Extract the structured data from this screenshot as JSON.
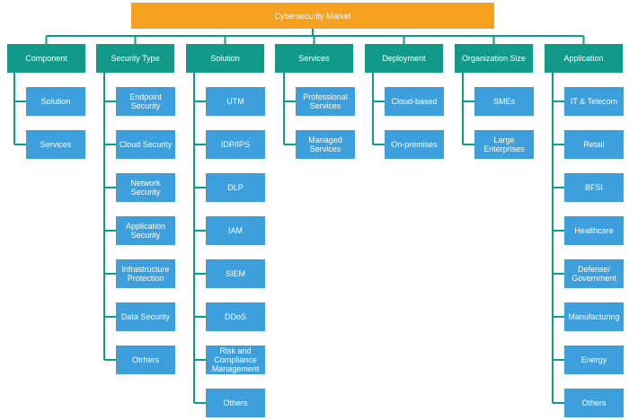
{
  "title": "Cybersecurity Market",
  "colors": {
    "root": "#f5a01e",
    "category": "#119a8a",
    "leaf": "#3d9fdc",
    "connector": "#119a8a"
  },
  "categories": [
    {
      "label": "Component",
      "items": [
        "Solution",
        "Services"
      ]
    },
    {
      "label": "Security Type",
      "items": [
        "Endpoint\nSecurity",
        "Cloud Security",
        "Network\nSecurity",
        "Application\nSecurity",
        "Infrastructure\nProtection",
        "Data Security",
        "Otrhers"
      ]
    },
    {
      "label": "Solution",
      "items": [
        "UTM",
        "IDP/IPS",
        "DLP",
        "IAM",
        "SIEM",
        "DDoS",
        "Risk and\nCompliance\nManagement",
        "Others"
      ]
    },
    {
      "label": "Services",
      "items": [
        "Professional\nServices",
        "Managed\nServices"
      ]
    },
    {
      "label": "Deployment",
      "items": [
        "Cloud-based",
        "On-premises"
      ]
    },
    {
      "label": "Organization Size",
      "items": [
        "SMEs",
        "Large\nEnterprises"
      ]
    },
    {
      "label": "Application",
      "items": [
        "IT & Telecom",
        "Retail",
        "BFSI",
        "Healthcare",
        "Defense/\nGovernment",
        "Manufacturing",
        "Energy",
        "Others"
      ]
    }
  ]
}
